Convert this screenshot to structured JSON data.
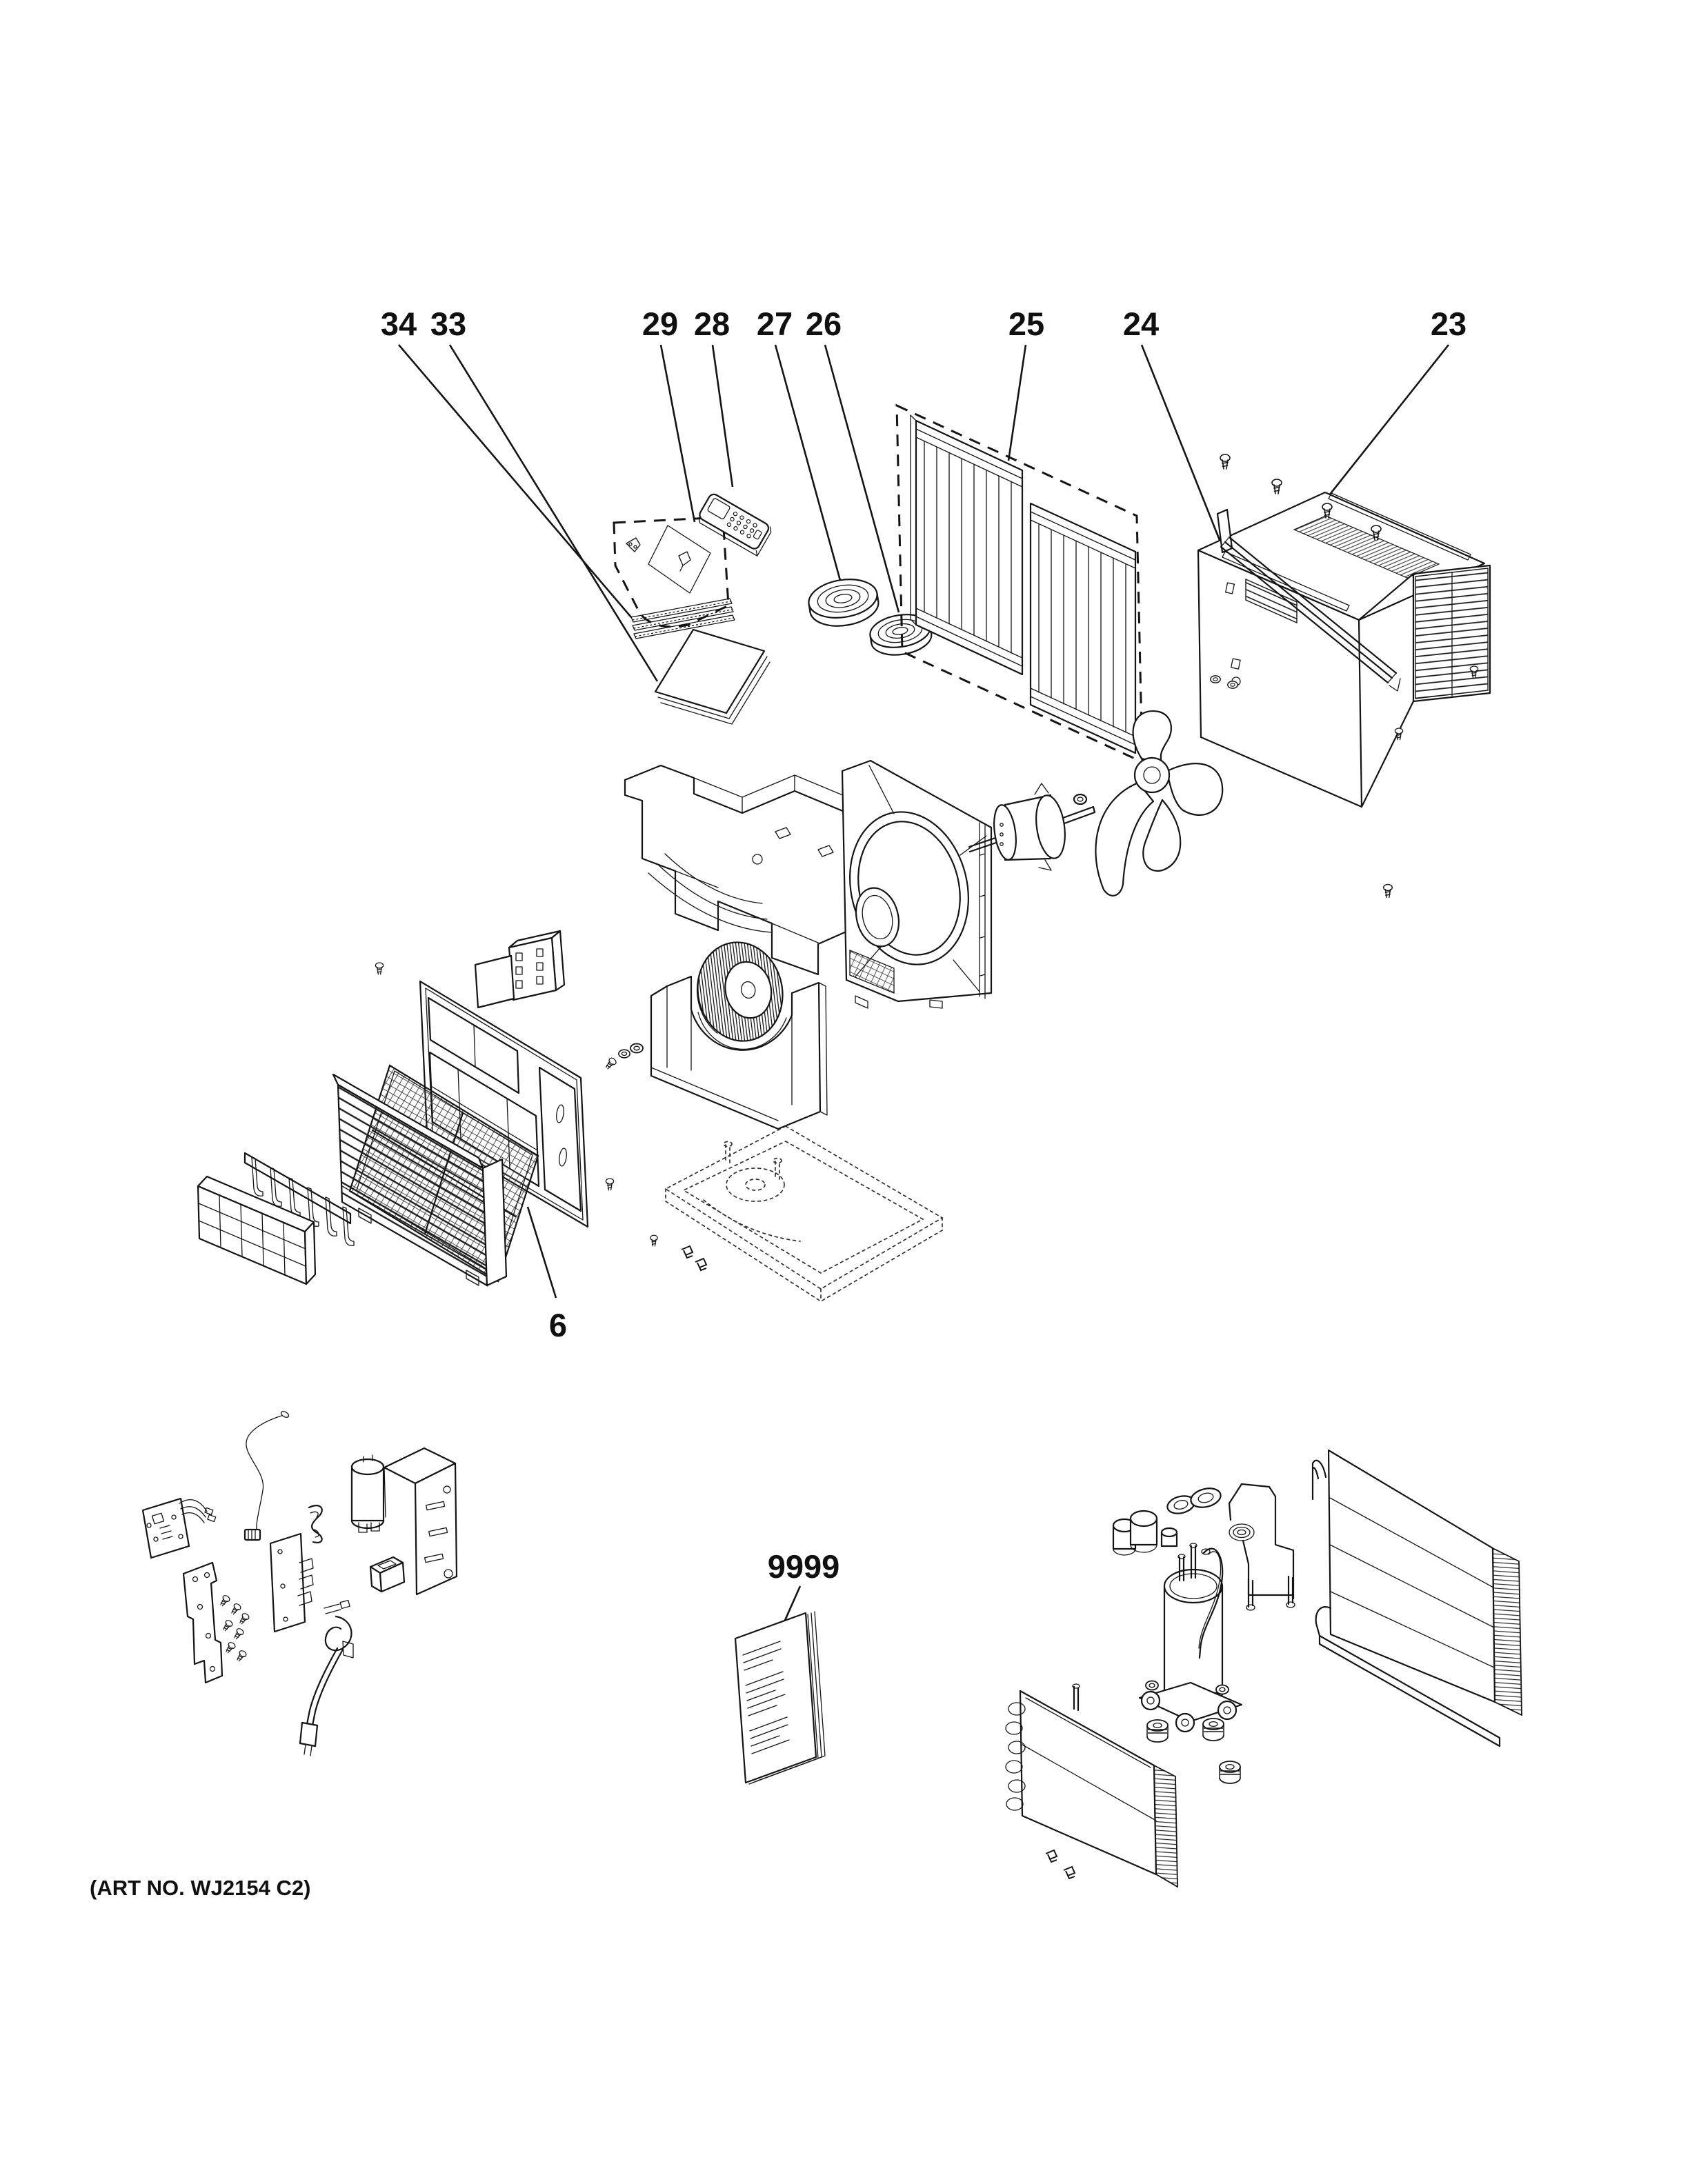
{
  "diagram": {
    "art_no": "(ART NO. WJ2154 C2)",
    "callouts": {
      "c34": "34",
      "c33": "33",
      "c29": "29",
      "c28": "28",
      "c27": "27",
      "c26": "26",
      "c25": "25",
      "c24": "24",
      "c23": "23",
      "c6": "6",
      "c9999": "9999"
    }
  }
}
